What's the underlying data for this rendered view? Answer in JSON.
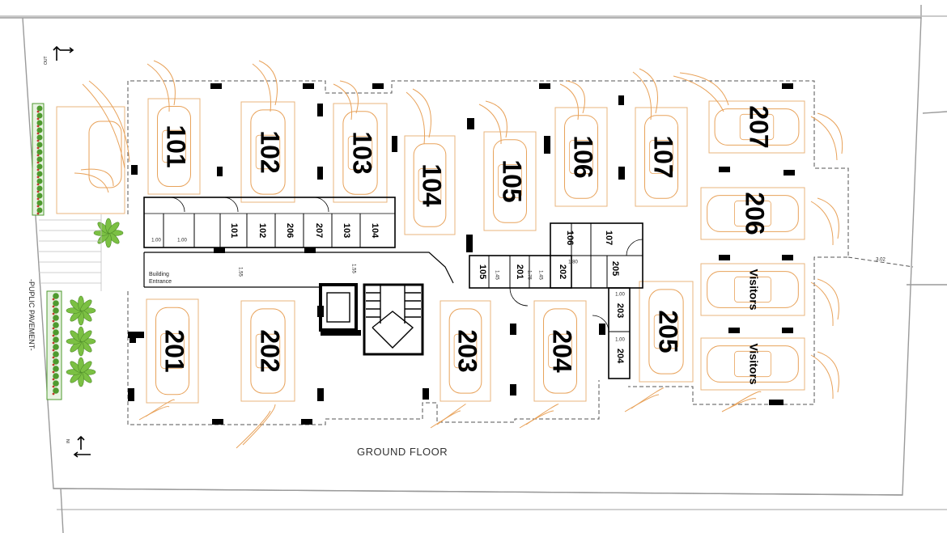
{
  "floor_label": "GROUND FLOOR",
  "road_label": "-PUPLIC PAVEMENT-",
  "entrance_label": [
    "Building",
    "Entrance"
  ],
  "arrow_labels": {
    "in": "IN",
    "out": "OUT"
  },
  "parking_spaces": [
    "101",
    "102",
    "103",
    "104",
    "105",
    "106",
    "107",
    "207",
    "206",
    "Visitors",
    "Visitors",
    "201",
    "202",
    "203",
    "204",
    "205"
  ],
  "storage_rooms": [
    "101",
    "102",
    "206",
    "207",
    "103",
    "104",
    "106",
    "107",
    "105",
    "201",
    "202",
    "205",
    "203",
    "204"
  ],
  "dimension_labels": [
    "1.55",
    "1.55",
    "1.00",
    "1.00",
    "3.02",
    "1.45",
    "1.75",
    "1.45",
    "1.80",
    "1.00",
    "1.00"
  ],
  "colors": {
    "wall": "#000000",
    "boundary": "#9a9a9a",
    "vehicle": "#e8a25a",
    "parking_outline": "#e9b47c",
    "planter": "#4e9a2e",
    "planter_dots": "#c0392b"
  }
}
